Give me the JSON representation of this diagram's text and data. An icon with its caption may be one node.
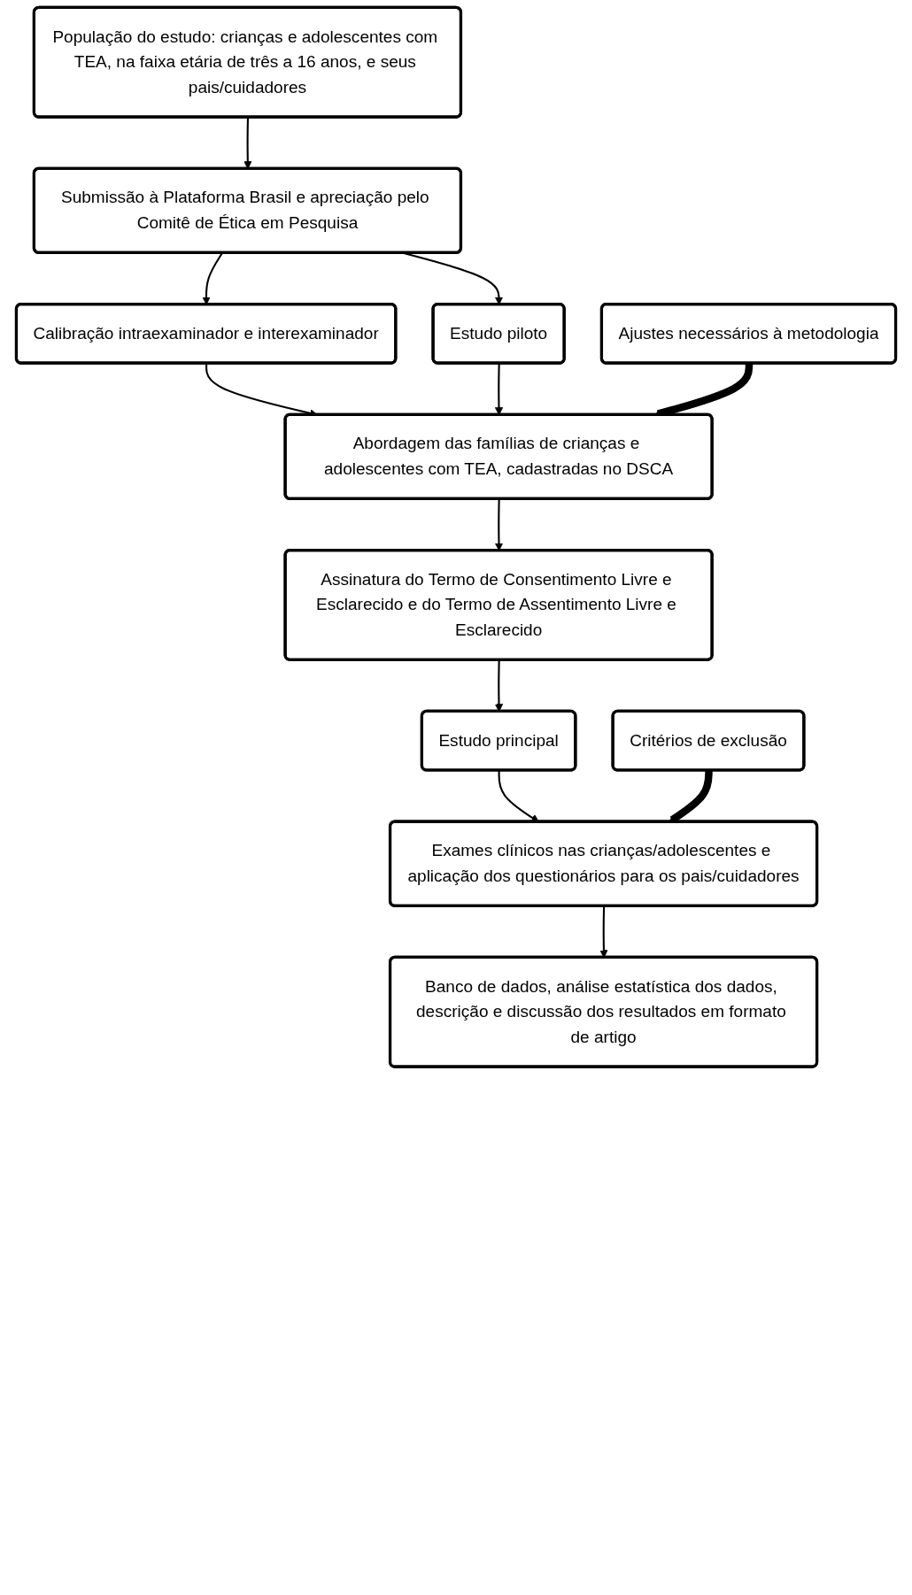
{
  "diagram": {
    "nodes": [
      {
        "text": [
          "População do estudo: crianças e adolescentes com TEA, na faixa etária de três a 16 anos, e seus pais/cuidadores"
        ]
      },
      {
        "text": [
          "Submissão à Plataforma Brasil e apreciação pelo Comitê de Ética em Pesquisa"
        ]
      },
      {
        "text": [
          "Calibração intraexaminador e interexaminador"
        ]
      },
      {
        "text": [
          "Estudo piloto"
        ]
      },
      {
        "text": [
          "Ajustes necessários à metodologia"
        ]
      },
      {
        "text": [
          "Abordagem das famílias de crianças e adolescentes com TEA, cadastradas no DSCA"
        ]
      },
      {
        "text": [
          "Assinatura do Termo de Consentimento Livre e Esclarecido e do Termo de Assentimento Livre e Esclarecido"
        ]
      },
      {
        "text": [
          "Estudo principal"
        ]
      },
      {
        "text": [
          "Critérios de exclusão"
        ]
      },
      {
        "text": [
          "Exames clínicos nas crianças/adolescentes e aplicação dos questionários para os pais/cuidadores"
        ]
      },
      {
        "text": [
          "Banco de dados, análise estatística dos dados, descrição e discussão dos resultados em formato de artigo"
        ]
      }
    ],
    "edges": [
      {
        "from": 0,
        "to": 1,
        "arrow": "to"
      },
      {
        "from": 1,
        "to": 2,
        "arrow": "to"
      },
      {
        "from": 1,
        "to": 3,
        "arrow": "to"
      },
      {
        "from": 2,
        "to": 5,
        "arrow": "to"
      },
      {
        "from": 3,
        "to": 5,
        "arrow": "to"
      },
      {
        "from": 4,
        "to": 5,
        "arrow": "to",
        "style": "thick"
      },
      {
        "from": 5,
        "to": 6,
        "arrow": "to"
      },
      {
        "from": 6,
        "to": 7,
        "arrow": "to"
      },
      {
        "from": 7,
        "to": 9,
        "arrow": "to"
      },
      {
        "from": 8,
        "to": 9,
        "arrow": "to",
        "style": "thick"
      },
      {
        "from": 9,
        "to": 10,
        "arrow": "to"
      }
    ]
  }
}
